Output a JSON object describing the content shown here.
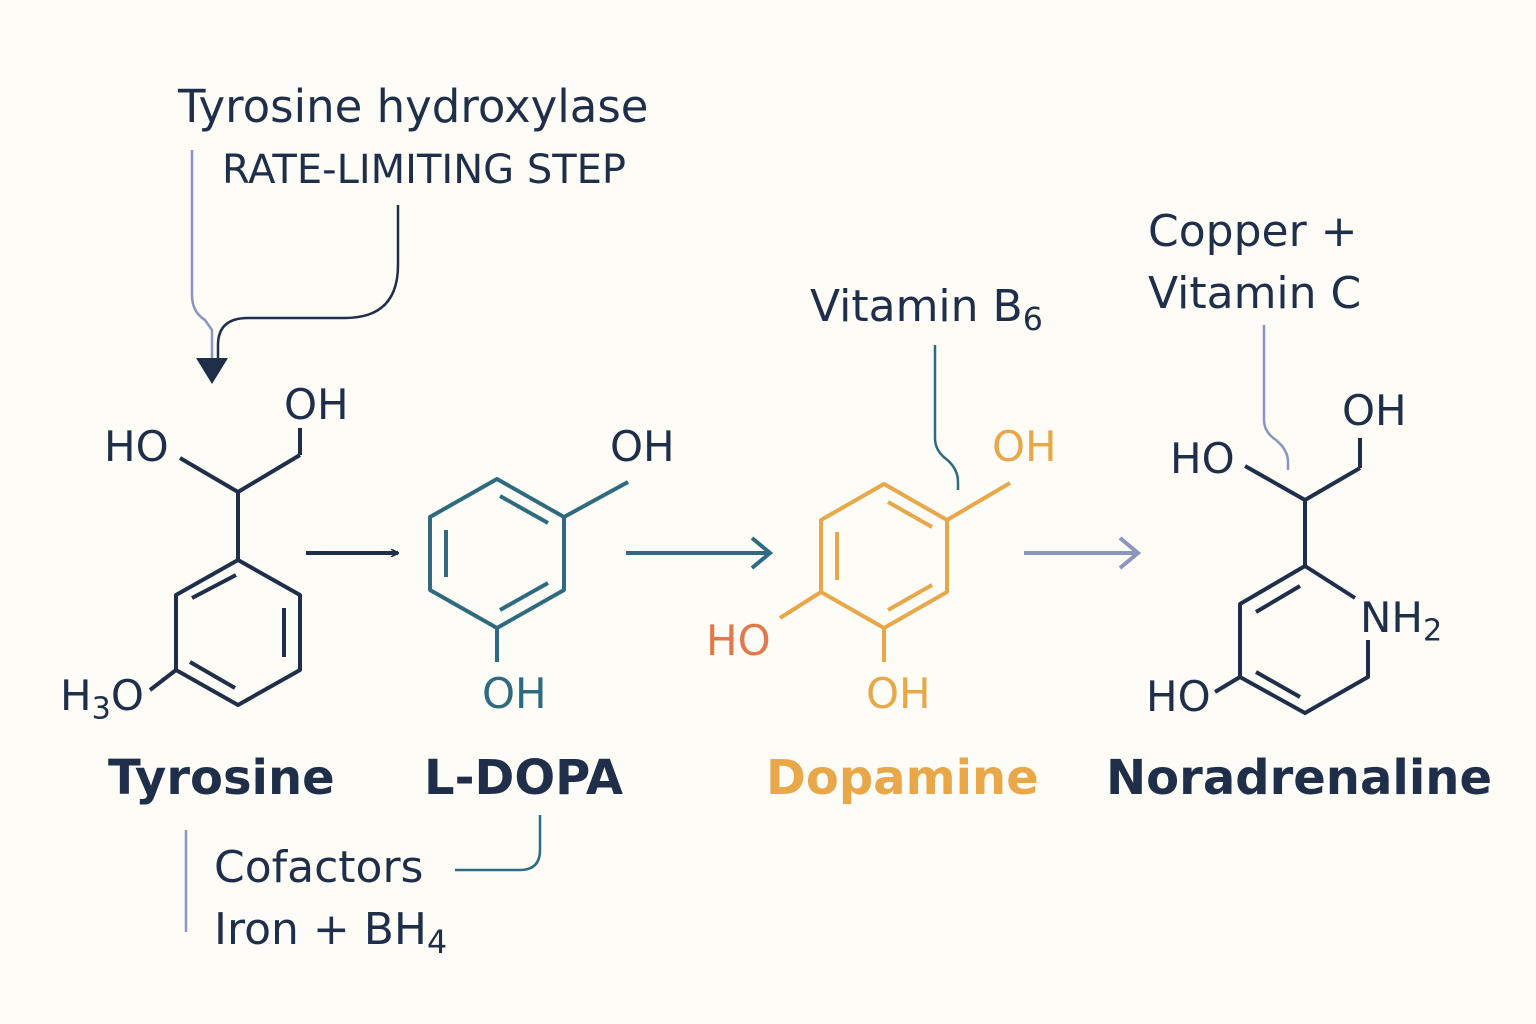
{
  "colors": {
    "navy": "#1f2f4a",
    "teal": "#2f6b80",
    "gold": "#e8a84a",
    "orange": "#e07a4a",
    "lavender": "#8a96bd",
    "background": "#fdfcf7"
  },
  "top_annotation": {
    "enzyme": "Tyrosine hydroxylase",
    "note": "RATE-LIMITING STEP"
  },
  "cofactor_annotation": {
    "title": "Cofactors",
    "line2": "Iron + BH",
    "line2_sub": "4"
  },
  "vitamin_b6": {
    "text": "Vitamin B",
    "sub": "6"
  },
  "copper_vitc": {
    "line1": "Copper +",
    "line2": "Vitamin C"
  },
  "molecules": [
    {
      "name": "Tyrosine",
      "atoms": {
        "oh": "OH",
        "ho": "HO",
        "h3o_h": "H",
        "h3o_sub": "3",
        "h3o_o": "O"
      }
    },
    {
      "name": "L-DOPA",
      "atoms": {
        "oh_top": "OH",
        "oh_bottom": "OH"
      }
    },
    {
      "name": "Dopamine",
      "atoms": {
        "oh_top": "OH",
        "ho_left": "HO",
        "oh_bottom": "OH"
      }
    },
    {
      "name": "Noradrenaline",
      "atoms": {
        "oh": "OH",
        "ho_top": "HO",
        "nh2_main": "NH",
        "nh2_sub": "2",
        "ho_bottom": "HO"
      }
    }
  ]
}
